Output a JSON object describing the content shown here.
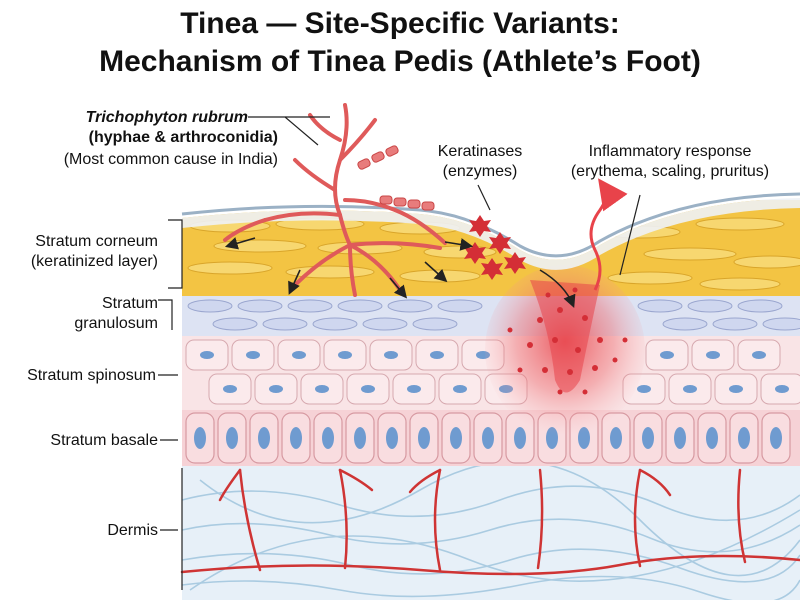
{
  "title": {
    "line1": "Tinea — Site-Specific Variants:",
    "line2": "Mechanism of Tinea Pedis (Athlete’s Foot)"
  },
  "organism": {
    "name": "Trichophyton rubrum",
    "structures": "(hyphae & arthroconidia)",
    "note": "(Most common cause in India)"
  },
  "keratinases": {
    "line1": "Keratinases",
    "line2": "(enzymes)"
  },
  "inflammation": {
    "line1": "Inflammatory response",
    "line2": "(erythema, scaling, pruritus)"
  },
  "layers": {
    "corneum": {
      "line1": "Stratum corneum",
      "line2": "(keratinized layer)"
    },
    "granulosum": {
      "line1": "Stratum",
      "line2": "granulosum"
    },
    "spinosum": "Stratum spinosum",
    "basale": "Stratum basale",
    "dermis": "Dermis"
  },
  "colors": {
    "corneum": "#f3c443",
    "granulosum": "#dde3f3",
    "spinosum": "#f9e4e6",
    "basale": "#f6d2d6",
    "nucleus": "#6f9bd0",
    "dermis": "#e7f0f8",
    "fungus": "#df5a5a",
    "vessel": "#cf3434",
    "inflammation": "#e8434a"
  }
}
